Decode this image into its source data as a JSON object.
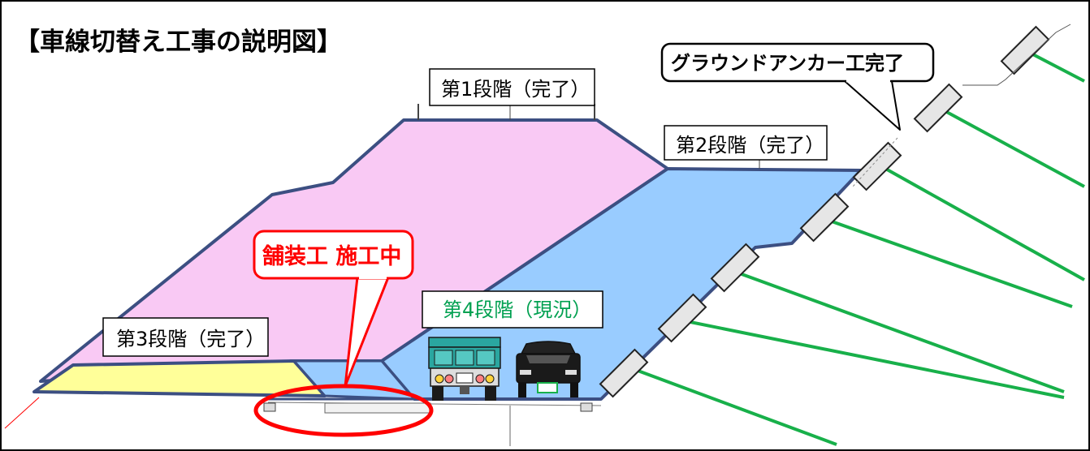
{
  "title": "【車線切替え工事の説明図】",
  "stages": {
    "stage1": "第1段階（完了）",
    "stage2": "第2段階（完了）",
    "stage3": "第3段階（完了）",
    "stage4": "第4段階（現況）"
  },
  "callouts": {
    "paving": "舗装工 施工中",
    "anchor": "グラウンドアンカー工完了"
  },
  "colors": {
    "stage1_fill": "#f9c9f4",
    "stage2_fill": "#99ccff",
    "stage3_fill": "#ffff99",
    "outline": "#3c4f82",
    "anchor_line": "#18b04a",
    "anchor_block": "#e6e6e6",
    "callout_red": "#ff0000",
    "stage4_text": "#00a050",
    "truck": "#2aa6a0",
    "car": "#1a1a1a"
  },
  "icons": {
    "truck": "dump-truck-icon",
    "car": "car-icon",
    "paving_area": "red-ellipse-marker"
  }
}
